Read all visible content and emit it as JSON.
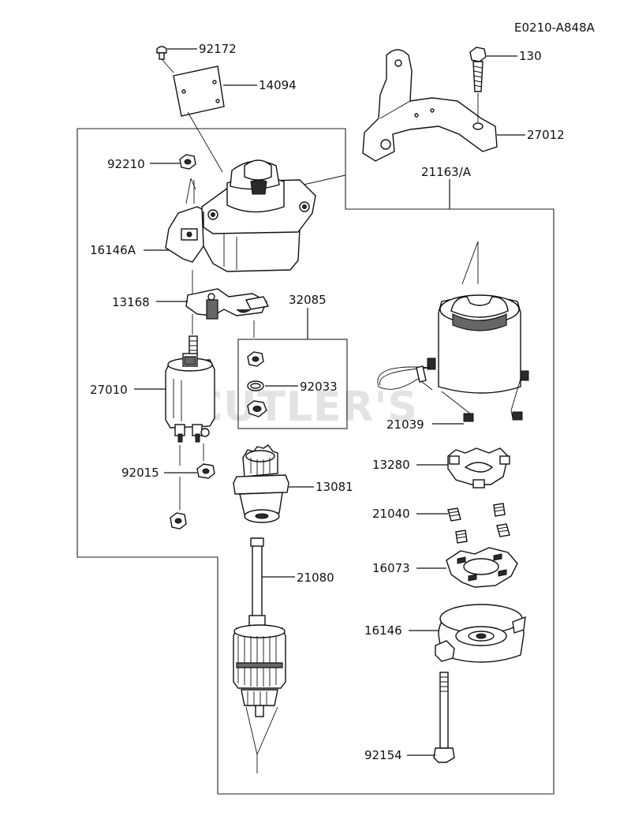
{
  "diagram_code": "E0210-A848A",
  "watermark": "CUTLER'S",
  "labels": {
    "p92172": "92172",
    "p14094": "14094",
    "p130": "130",
    "p27012": "27012",
    "p92210": "92210",
    "p21163": "21163/A",
    "p16146A": "16146A",
    "p13168": "13168",
    "p32085": "32085",
    "p92033": "92033",
    "p27010": "27010",
    "p21039": "21039",
    "p13280": "13280",
    "p92015": "92015",
    "p13081": "13081",
    "p21040": "21040",
    "p16073": "16073",
    "p21080": "21080",
    "p16146": "16146",
    "p92154": "92154"
  }
}
